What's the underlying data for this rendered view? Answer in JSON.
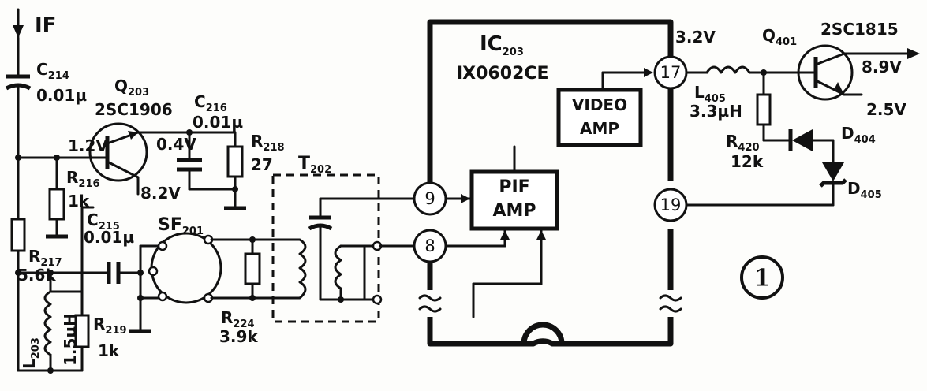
{
  "labels": {
    "if_label": "IF",
    "c214_name": "C",
    "c214_sub": "214",
    "c214_value": "0.01µ",
    "q203_name": "Q",
    "q203_sub": "203",
    "q203_part": "2SC1906",
    "c216_name": "C",
    "c216_sub": "216",
    "c216_value": "0.01µ",
    "v_12": "1.2V",
    "v_04": "0.4V",
    "v_82": "8.2V",
    "r218_name": "R",
    "r218_sub": "218",
    "r218_value": "27",
    "r216_name": "R",
    "r216_sub": "216",
    "r216_value": "1k",
    "c215_name": "C",
    "c215_sub": "215",
    "c215_value": "0.01µ",
    "sf201_name": "SF",
    "sf201_sub": "201",
    "r217_name": "R",
    "r217_sub": "217",
    "r217_value": "5.6k",
    "r219_name": "R",
    "r219_sub": "219",
    "r219_value": "1k",
    "l203_name": "L",
    "l203_sub": "203",
    "l203_value": "1.5µH",
    "r224_name": "R",
    "r224_sub": "224",
    "r224_value": "3.9k",
    "t202_name": "T",
    "t202_sub": "202",
    "ic203_name": "IC",
    "ic203_sub": "203",
    "ic203_part": "IX0602CE",
    "pif_amp_line1": "PIF",
    "pif_amp_line2": "AMP",
    "video_amp_line1": "VIDEO",
    "video_amp_line2": "AMP",
    "pin_9": "9",
    "pin_8": "8",
    "pin_17": "17",
    "pin_19": "19",
    "v_32": "3.2V",
    "l405_name": "L",
    "l405_sub": "405",
    "l405_value": "3.3µH",
    "q401_name": "Q",
    "q401_sub": "401",
    "q401_part": "2SC1815",
    "v_89": "8.9V",
    "v_25": "2.5V",
    "r420_name": "R",
    "r420_sub": "420",
    "r420_value": "12k",
    "d404_name": "D",
    "d404_sub": "404",
    "d405_name": "D",
    "d405_sub": "405",
    "figure_number": "1"
  }
}
